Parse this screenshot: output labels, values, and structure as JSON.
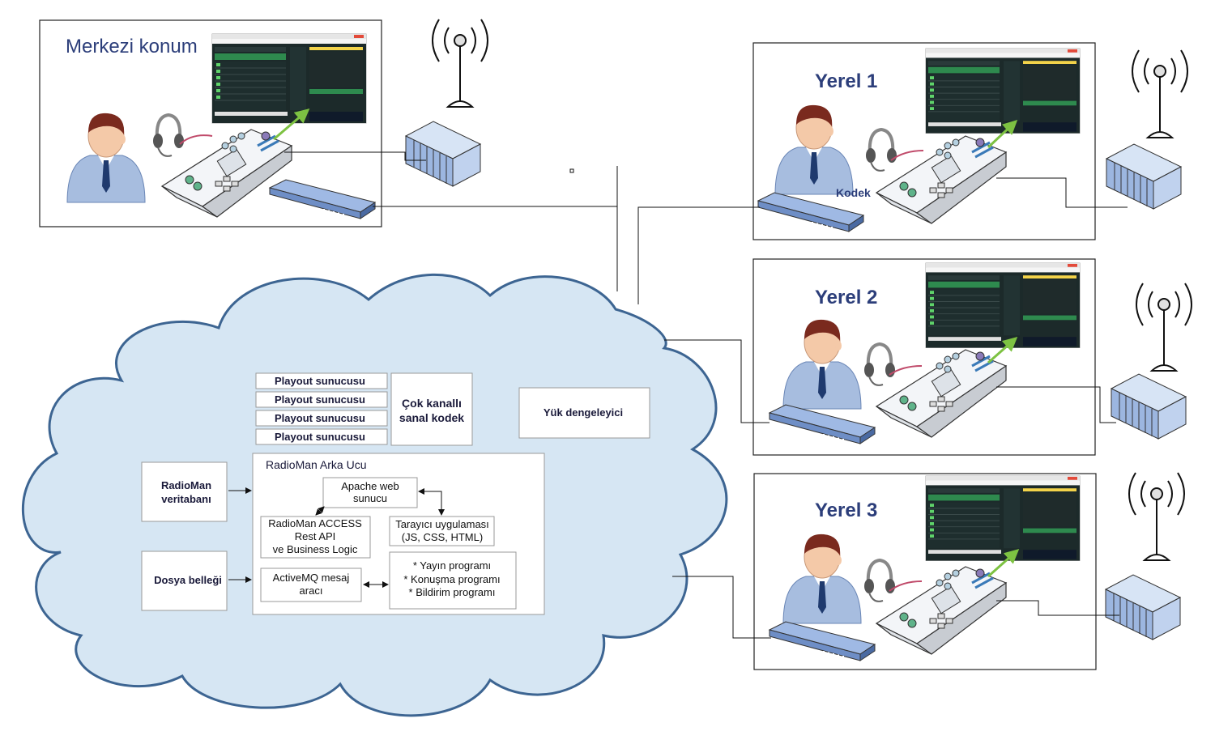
{
  "sites": {
    "central": {
      "title": "Merkezi konum"
    },
    "local1": {
      "title": "Yerel 1",
      "codec_label": "Kodek"
    },
    "local2": {
      "title": "Yerel 2"
    },
    "local3": {
      "title": "Yerel 3"
    }
  },
  "cloud": {
    "playout_servers": [
      "Playout sunucusu",
      "Playout sunucusu",
      "Playout sunucusu",
      "Playout sunucusu"
    ],
    "multichannel_codec": [
      "Çok kanallı",
      "sanal kodek"
    ],
    "load_balancer": "Yük dengeleyici",
    "database": [
      "RadioMan",
      "veritabanı"
    ],
    "file_storage": "Dosya belleği",
    "backend": {
      "title": "RadioMan Arka Ucu",
      "apache": [
        "Apache web",
        "sunucu"
      ],
      "access": [
        "RadioMan ACCESS",
        "Rest API",
        "ve Business Logic"
      ],
      "browser_app": [
        "Tarayıcı uygulaması",
        "(JS, CSS, HTML)"
      ],
      "activemq": [
        "ActiveMQ mesaj",
        "aracı"
      ],
      "programs": [
        "* Yayın programı",
        "* Konuşma programı",
        "* Bildirim programı"
      ]
    }
  },
  "colors": {
    "cloud_fill": "#d6e6f3",
    "cloud_stroke": "#3d6592",
    "title_text": "#2c3e7a",
    "arrow_green": "#7dc242"
  }
}
